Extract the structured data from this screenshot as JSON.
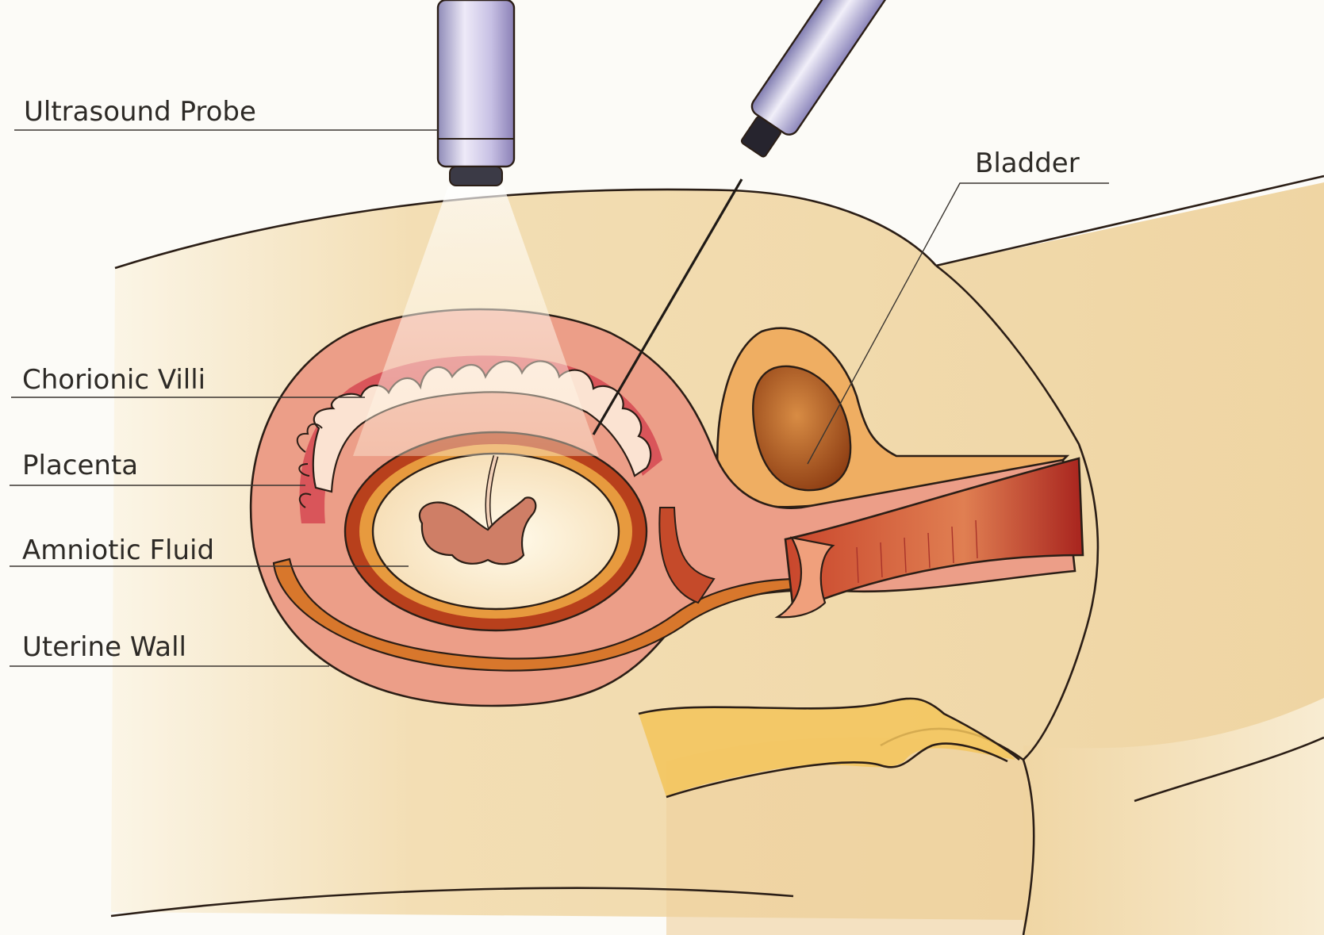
{
  "labels": {
    "ultrasound_probe": "Ultrasound Probe",
    "bladder": "Bladder",
    "chorionic_villi": "Chorionic Villi",
    "placenta": "Placenta",
    "amniotic_fluid": "Amniotic Fluid",
    "uterine_wall": "Uterine Wall"
  },
  "colors": {
    "skin": "#f1dbb0",
    "skin_dark": "#e9c990",
    "uterus": "#eb9c86",
    "placenta": "#cf4a48",
    "uterine_wall_band": "#d9782e",
    "amniotic_fluid": "#fbf0d0",
    "fetus": "#cf7e66",
    "bladder_outer": "#eeac62",
    "bladder_inner": "#a85520",
    "probe_body": "#c6c2e2",
    "ultrasound_beam": "#fff8e4"
  }
}
